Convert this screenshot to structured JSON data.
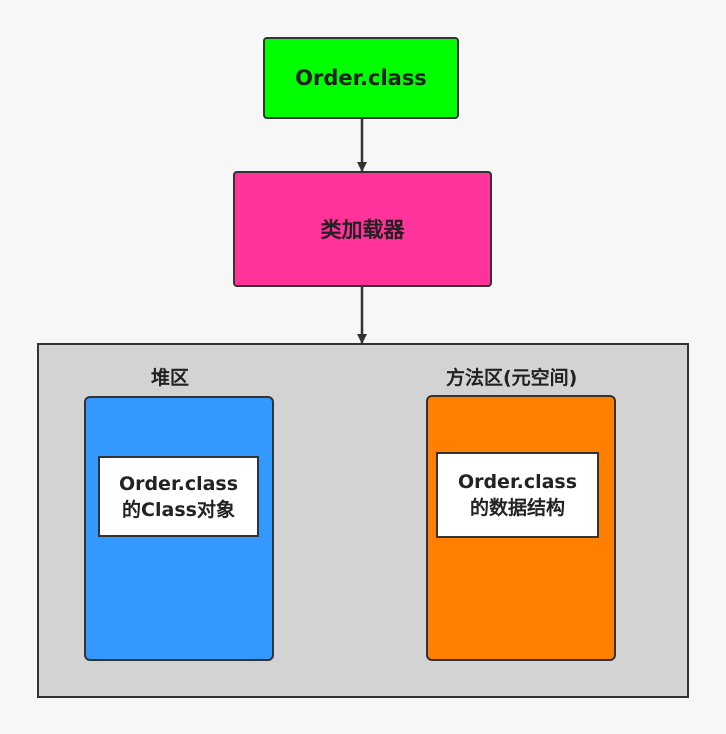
{
  "nodes": {
    "order_class": "Order.class",
    "class_loader": "类加载器",
    "heap_label": "堆区",
    "method_area_label": "方法区(元空间)",
    "heap_object": {
      "line1": "Order.class",
      "line2": "的Class对象"
    },
    "method_data": {
      "line1": "Order.class",
      "line2": "的数据结构"
    }
  },
  "colors": {
    "order_class_fill": "#00ff00",
    "class_loader_fill": "#ff3399",
    "runtime_area_fill": "#d3d3d3",
    "heap_fill": "#3399ff",
    "method_area_fill": "#ff8000",
    "stroke": "#333333"
  }
}
